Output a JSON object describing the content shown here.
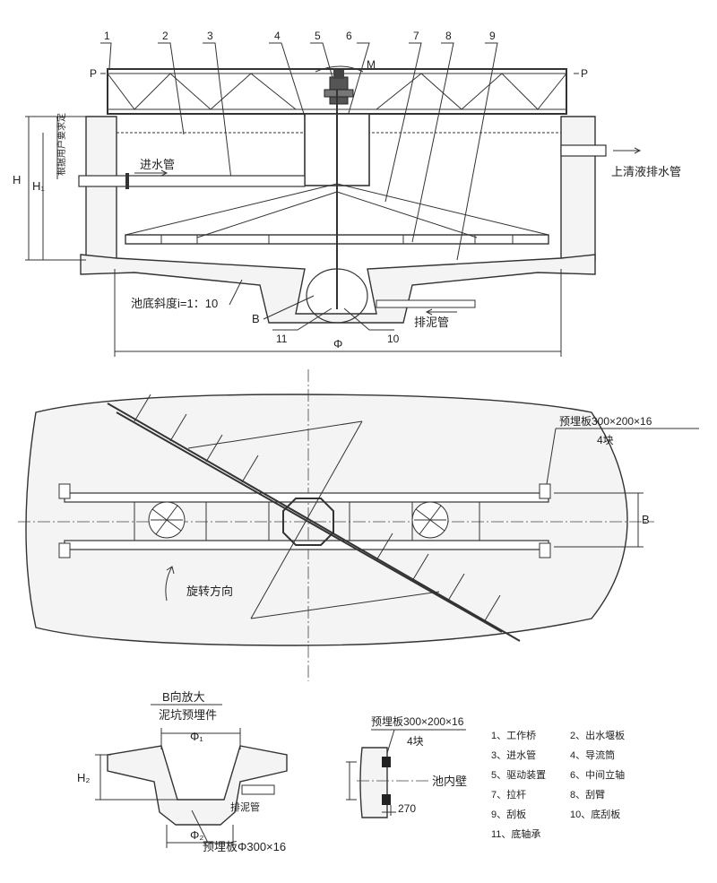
{
  "section_view": {
    "leader_numbers": [
      "1",
      "2",
      "3",
      "4",
      "5",
      "6",
      "7",
      "8",
      "9"
    ],
    "p_left": "P",
    "p_right": "P",
    "m_label": "M",
    "inlet_label": "进水管",
    "outlet_label": "上清液排水管",
    "dim_h": "H",
    "dim_h1": "H₁",
    "vertical_note": "根据用户要求定",
    "slope_label": "池底斜度i=1：10",
    "b_label": "B",
    "sludge_pipe_label": "排泥管",
    "num_11": "11",
    "num_10": "10",
    "phi_label": "Φ"
  },
  "plan_view": {
    "plate_label": "预埋板300×200×16",
    "plate_count": "4块",
    "rotation_label": "旋转方向",
    "dim_b": "B"
  },
  "detail_b": {
    "title_line1": "B向放大",
    "title_line2": "泥坑预埋件",
    "phi1": "Φ₁",
    "phi2": "Φ₂",
    "h2": "H₂",
    "sludge_pipe_label": "排泥管",
    "plate_label": "预埋板Φ300×16"
  },
  "wall_detail": {
    "plate_label": "预埋板300×200×16",
    "plate_count": "4块",
    "wall_label": "池内壁",
    "dim_270": "270"
  },
  "legend": [
    "1、工作桥",
    "2、出水堰板",
    "3、进水管",
    "4、导流筒",
    "5、驱动装置",
    "6、中间立轴",
    "7、拉杆",
    "8、刮臂",
    "9、刮板",
    "10、底刮板",
    "11、底轴承"
  ]
}
